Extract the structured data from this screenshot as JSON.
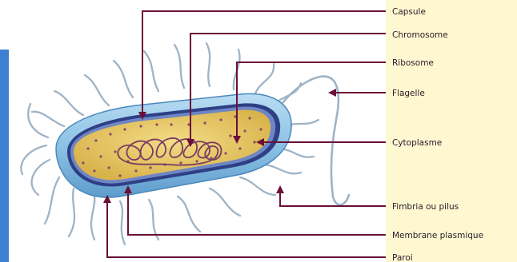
{
  "diagram": {
    "labels": [
      {
        "key": "capsule",
        "text": "Capsule"
      },
      {
        "key": "chromosome",
        "text": "Chromosome"
      },
      {
        "key": "ribosome",
        "text": "Ribosome"
      },
      {
        "key": "flagelle",
        "text": "Flagelle"
      },
      {
        "key": "cytoplasme",
        "text": "Cytoplasme"
      },
      {
        "key": "fimbria",
        "text": "Fimbria ou pilus"
      },
      {
        "key": "membrane",
        "text": "Membrane plasmique"
      },
      {
        "key": "paroi",
        "text": "Paroi"
      }
    ]
  },
  "colors": {
    "label_background": "#fdf8d0",
    "leader_line": "#6a1038",
    "capsule": "#8ec3e6",
    "cytoplasm": "#e8c96a",
    "membrane": "#2e3f86",
    "frame_accent": "#3d7fd0"
  }
}
